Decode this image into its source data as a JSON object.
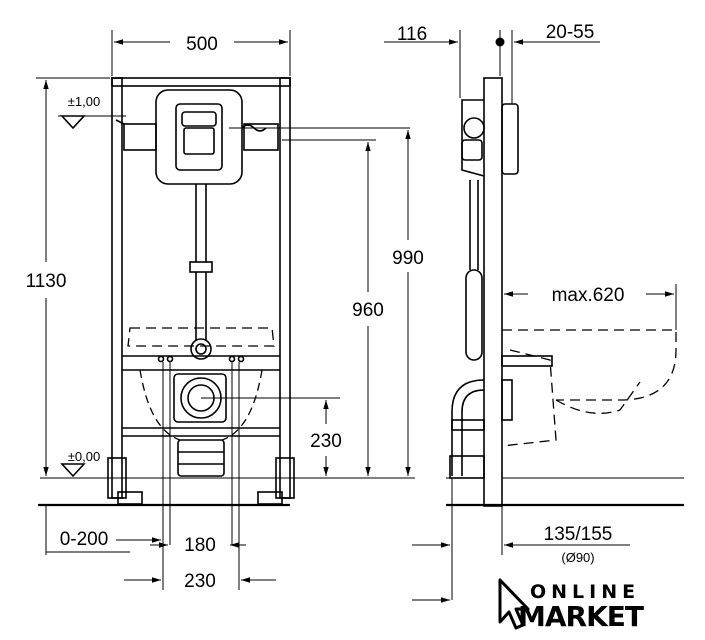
{
  "dimensions": {
    "frame_width": "500",
    "side_116": "116",
    "side_20_55": "20-55",
    "level_top": "±1,00",
    "level_floor": "±0,00",
    "height_1130": "1130",
    "height_990": "990",
    "height_960": "960",
    "height_230": "230",
    "max_620": "max.620",
    "bottom_0_200": "0-200",
    "bottom_180": "180",
    "bottom_230": "230",
    "bottom_135_155": "135/155",
    "bottom_d90": "(Ø90)"
  },
  "logo": {
    "line1": "ONLINE",
    "line2": "MARKET"
  }
}
